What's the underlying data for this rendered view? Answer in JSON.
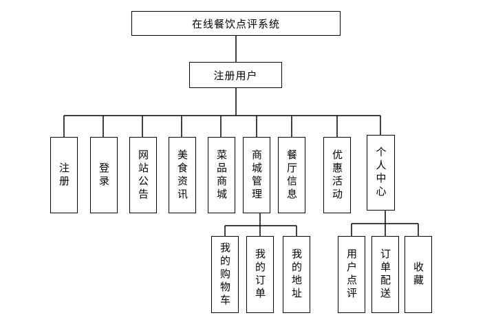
{
  "root": {
    "label": "在线餐饮点评系统"
  },
  "user": {
    "label": "注册用户"
  },
  "modules": [
    {
      "label": "注册"
    },
    {
      "label": "登录"
    },
    {
      "label": "网站公告"
    },
    {
      "label": "美食资讯"
    },
    {
      "label": "菜品商城"
    },
    {
      "label": "商城管理"
    },
    {
      "label": "餐厅信息"
    },
    {
      "label": "优惠活动"
    },
    {
      "label": "个人中心"
    }
  ],
  "mall_children": [
    {
      "label": "我的购物车"
    },
    {
      "label": "我的订单"
    },
    {
      "label": "我的地址"
    }
  ],
  "personal_children": [
    {
      "label": "用户点评"
    },
    {
      "label": "订单配送"
    },
    {
      "label": "收藏"
    }
  ]
}
